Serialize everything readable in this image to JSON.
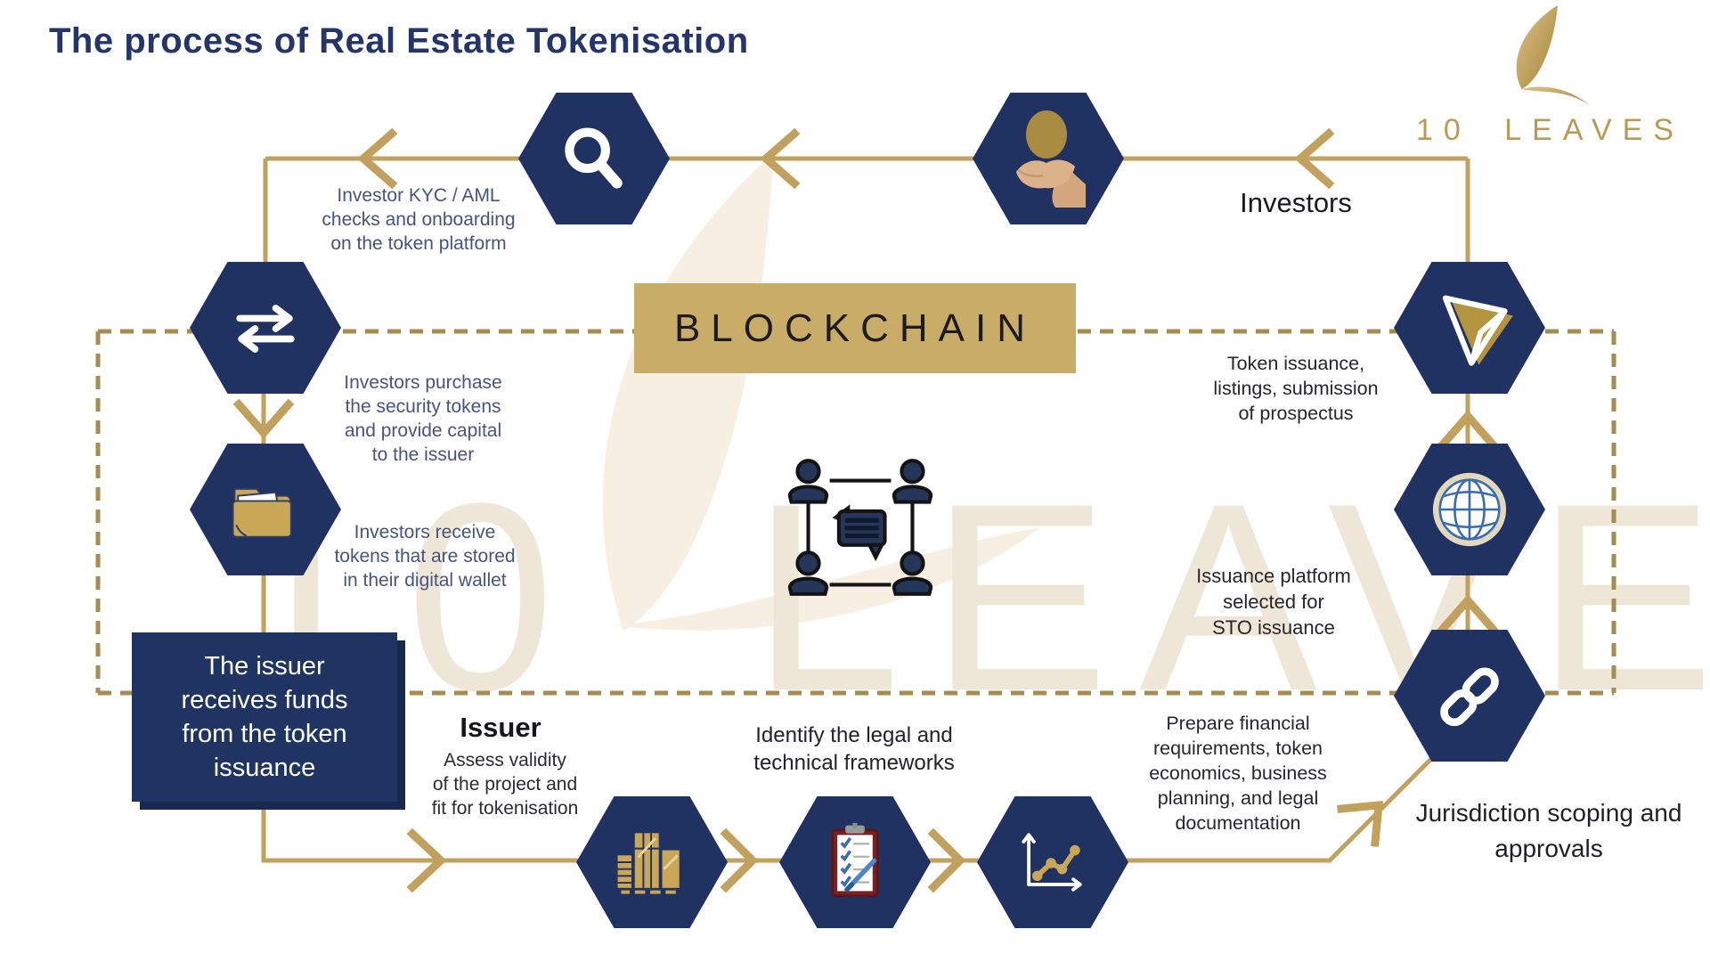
{
  "title": "The process of Real Estate Tokenisation",
  "logo": {
    "text": "10 LEAVES",
    "icon": "leaf-logo-icon"
  },
  "watermark_text": "10 LEAVES",
  "center": {
    "blockchain_label": "BLOCKCHAIN",
    "people_icon": "people-network-icon"
  },
  "top_flow": {
    "kyc_text": "Investor KYC / AML\nchecks and onboarding\non the token platform",
    "investors_label": "Investors"
  },
  "left_flow": {
    "purchase_text": "Investors purchase\nthe security tokens\nand provide capital\nto the issuer",
    "receive_text": "Investors receive\ntokens that are stored\nin their digital wallet",
    "issuer_box_text": "The issuer\nreceives funds\nfrom the token\nissuance"
  },
  "right_flow": {
    "token_issuance_text": "Token issuance,\nlistings, submission\nof prospectus",
    "issuance_platform_text": "Issuance platform\nselected for\nSTO issuance",
    "jurisdiction_label": "Jurisdiction scoping and\napprovals"
  },
  "bottom_flow": {
    "issuer_label": "Issuer",
    "assess_text": "Assess validity\nof the project and\nfit for tokenisation",
    "identify_text": "Identify the legal and\ntechnical frameworks",
    "prepare_text": "Prepare financial\nrequirements, token\neconomics, business\nplanning, and legal\ndocumentation"
  },
  "nodes": [
    {
      "id": "search",
      "icon": "search-icon"
    },
    {
      "id": "hand-coin",
      "icon": "hand-coin-icon"
    },
    {
      "id": "swap",
      "icon": "swap-arrows-icon"
    },
    {
      "id": "folder",
      "icon": "folder-icon"
    },
    {
      "id": "paper-plane",
      "icon": "paper-plane-icon"
    },
    {
      "id": "globe",
      "icon": "globe-icon"
    },
    {
      "id": "chain",
      "icon": "chain-link-icon"
    },
    {
      "id": "buildings",
      "icon": "buildings-icon"
    },
    {
      "id": "clipboard",
      "icon": "clipboard-checklist-icon"
    },
    {
      "id": "chart",
      "icon": "line-chart-icon"
    }
  ],
  "colors": {
    "hexagon_navy": "#203261",
    "title_navy": "#24356b",
    "body_navy": "#46547f",
    "body_black": "#26262c",
    "gold_line": "#c2a05e",
    "gold_dashed": "#a78c50",
    "blockchain_bar_gold": "#c9ac67",
    "folder_gold": "#c9a757",
    "watermark_cream": "#eee7d8",
    "box_navy": "#1f3462",
    "white": "#ffffff"
  }
}
